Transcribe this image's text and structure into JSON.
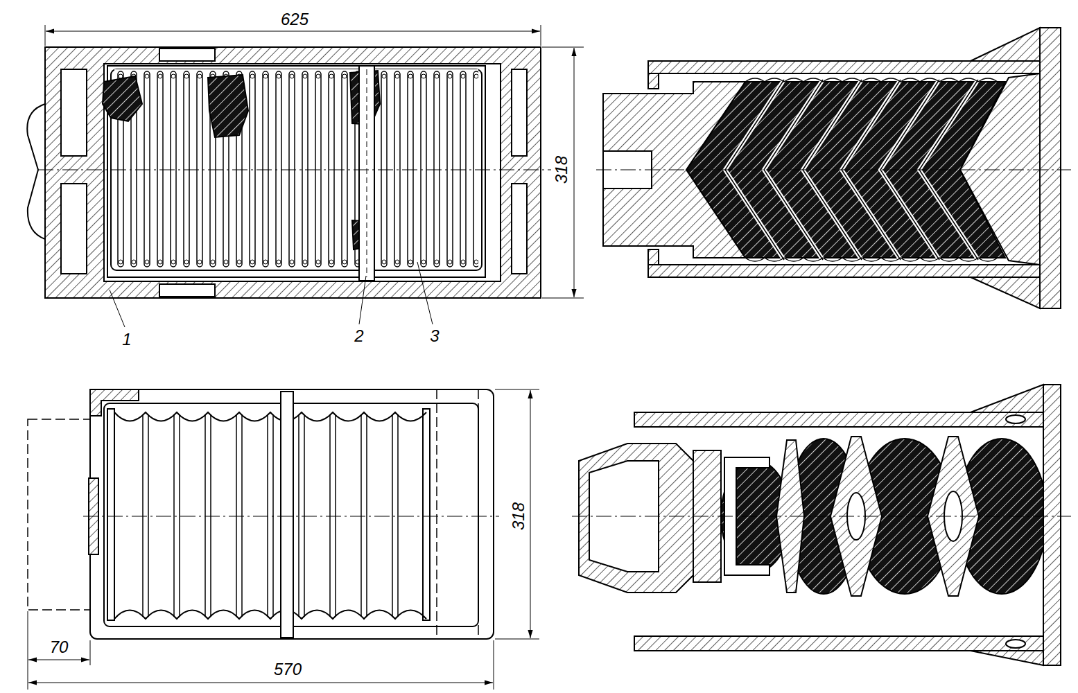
{
  "diagram": {
    "labels": [
      "625",
      "318",
      "1",
      "2",
      "3",
      "318",
      "70",
      "570"
    ]
  }
}
